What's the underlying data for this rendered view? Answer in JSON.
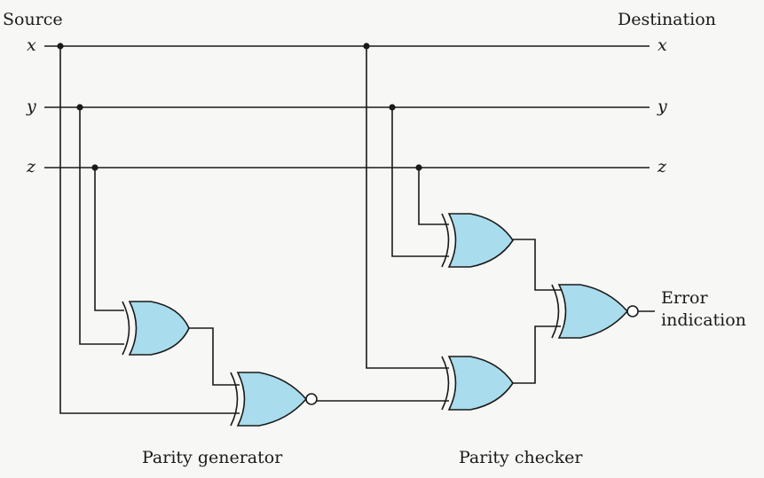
{
  "labels": {
    "source": "Source",
    "destination": "Destination",
    "parity_generator": "Parity generator",
    "parity_checker": "Parity checker",
    "error_line1": "Error",
    "error_line2": "indication"
  },
  "signals": {
    "left": [
      "x",
      "y",
      "z"
    ],
    "right": [
      "x",
      "y",
      "z"
    ]
  },
  "colors": {
    "gate_fill": "#a9dcec",
    "line": "#1a1a1a"
  }
}
